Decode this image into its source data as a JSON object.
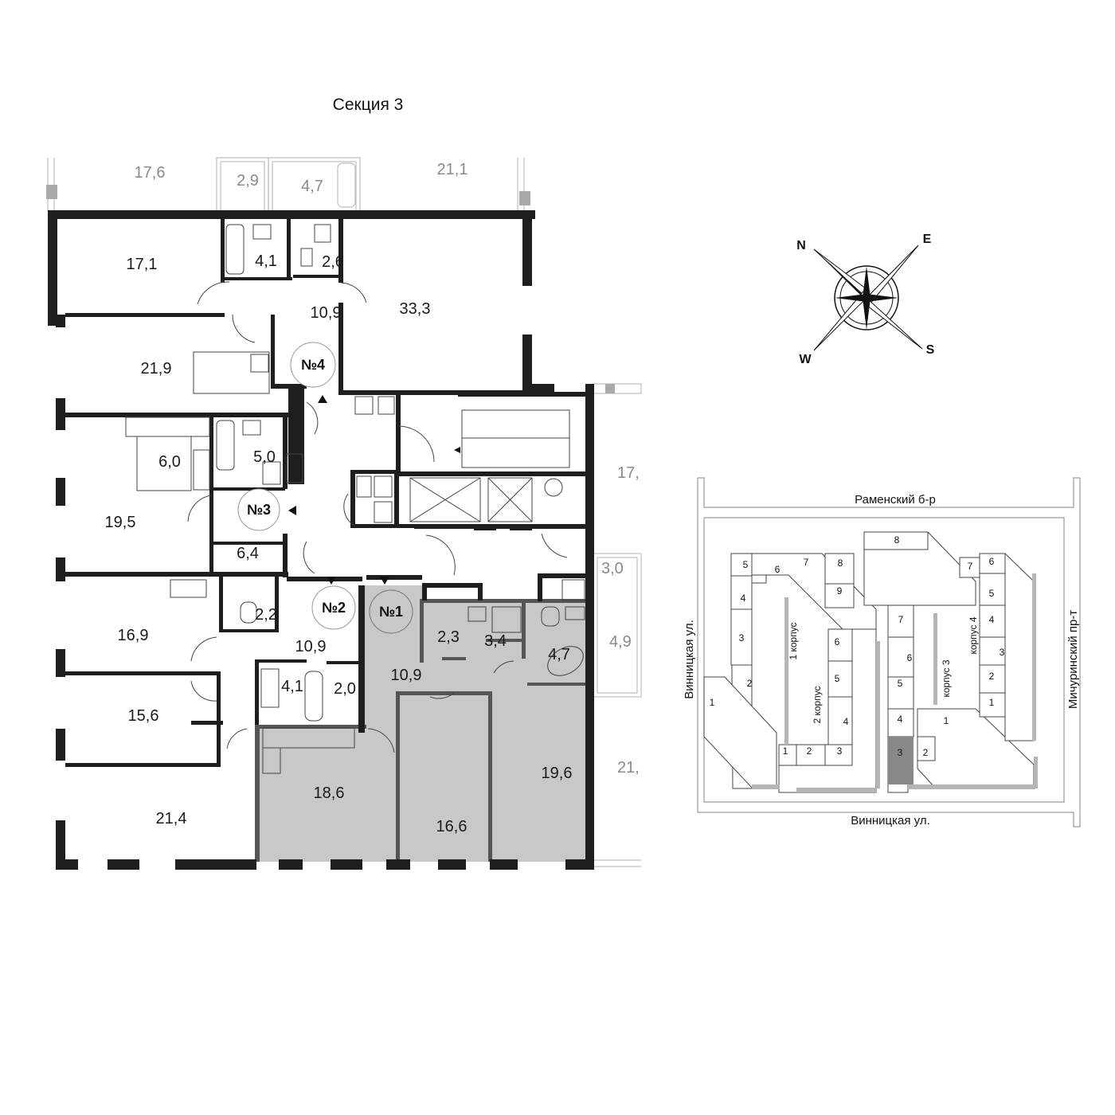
{
  "section_title": "Секция 3",
  "apartments": [
    {
      "number": "№1",
      "highlighted": true
    },
    {
      "number": "№2",
      "highlighted": false
    },
    {
      "number": "№3",
      "highlighted": false
    },
    {
      "number": "№4",
      "highlighted": false
    }
  ],
  "rooms": {
    "apt4": [
      "17,1",
      "4,1",
      "2,6",
      "10,9",
      "33,3",
      "21,9"
    ],
    "apt3": [
      "6,0",
      "5,0",
      "19,5",
      "6,4"
    ],
    "apt2": [
      "2,2",
      "16,9",
      "10,9",
      "4,1",
      "2,0",
      "15,6",
      "21,4"
    ],
    "apt1": [
      "2,3",
      "3,4",
      "4,7",
      "10,9",
      "18,6",
      "16,6",
      "19,6"
    ]
  },
  "neighbor_areas": [
    "17,6",
    "2,9",
    "4,7",
    "21,1",
    "17,",
    "3,0",
    "4,9",
    "21,"
  ],
  "compass": {
    "n": "N",
    "e": "E",
    "s": "S",
    "w": "W"
  },
  "site_plan": {
    "streets": {
      "top": "Раменский б-р",
      "bottom": "Винницкая ул.",
      "left": "Винницкая ул.",
      "right": "Мичуринский пр-т"
    },
    "buildings": [
      "1 корпус",
      "2 корпус",
      "корпус 3",
      "корпус 4"
    ],
    "korpus1_sections": [
      "1",
      "2",
      "3",
      "4",
      "5",
      "6",
      "7",
      "8",
      "9"
    ],
    "korpus2_sections": [
      "1",
      "2",
      "3",
      "4",
      "5",
      "6"
    ],
    "korpus3_sections": [
      "1",
      "2",
      "3",
      "4",
      "5",
      "6",
      "7",
      "8"
    ],
    "korpus4_sections": [
      "1",
      "2",
      "3",
      "4",
      "5",
      "6",
      "7"
    ],
    "highlighted_section": "3"
  },
  "colors": {
    "wall": "#1e1e1e",
    "highlight_fill": "#c8c8c8",
    "highlight_wall": "#555555",
    "ghost": "#8a8a8a"
  }
}
